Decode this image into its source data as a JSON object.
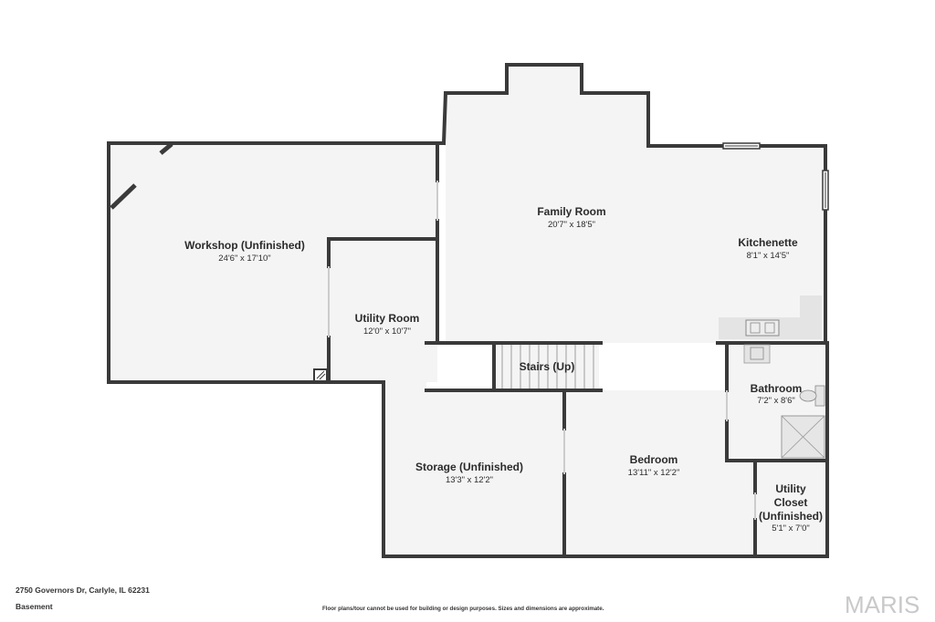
{
  "rooms": {
    "workshop": {
      "name": "Workshop (Unfinished)",
      "dims": "24'6\" x 17'10\""
    },
    "family_room": {
      "name": "Family Room",
      "dims": "20'7\" x 18'5\""
    },
    "kitchenette": {
      "name": "Kitchenette",
      "dims": "8'1\" x 14'5\""
    },
    "utility_room": {
      "name": "Utility Room",
      "dims": "12'0\" x 10'7\""
    },
    "stairs": {
      "name": "Stairs (Up)"
    },
    "bathroom": {
      "name": "Bathroom",
      "dims": "7'2\" x 8'6\""
    },
    "storage": {
      "name": "Storage (Unfinished)",
      "dims": "13'3\" x 12'2\""
    },
    "bedroom": {
      "name": "Bedroom",
      "dims": "13'11\" x 12'2\""
    },
    "utility_closet": {
      "name_lines": [
        "Utility",
        "Closet",
        "(Unfinished)"
      ],
      "dims": "5'1\" x 7'0\""
    }
  },
  "footer": {
    "address": "2750 Governors Dr, Carlyle, IL 62231",
    "floor": "Basement",
    "disclaimer": "Floor plans/tour cannot be used for building or design purposes. Sizes and dimensions are approximate.",
    "logo": "MARIS"
  },
  "colors": {
    "wall": "#3a3a3a",
    "floor_fill": "#f4f4f4",
    "fixture": "#e2e2e2"
  }
}
